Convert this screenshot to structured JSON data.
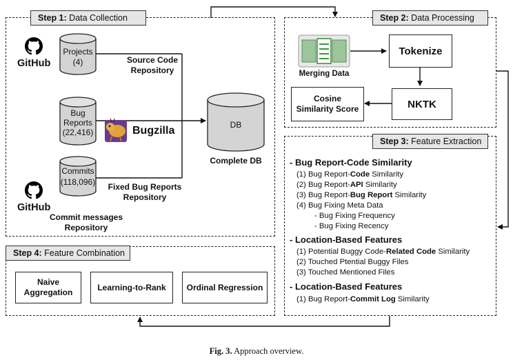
{
  "step1": {
    "label_bold": "Step 1:",
    "label_rest": " Data Collection",
    "github_top": "GitHub",
    "github_bottom": "GitHub",
    "projects_name": "Projects",
    "projects_count": "(4)",
    "source_repo_line1": "Source Code",
    "source_repo_line2": "Repository",
    "bug_reports_line1": "Bug",
    "bug_reports_line2": "Reports",
    "bug_reports_count": "(22,416)",
    "bugzilla": "Bugzilla",
    "commits_name": "Commits",
    "commits_count": "(118,096)",
    "fixed_line1": "Fixed Bug Reports",
    "fixed_line2": "Repository",
    "commit_msgs_line1": "Commit messages",
    "commit_msgs_line2": "Repository",
    "db": "DB",
    "complete_db": "Complete DB"
  },
  "step2": {
    "label_bold": "Step 2:",
    "label_rest": " Data Processing",
    "merging": "Merging Data",
    "tokenize": "Tokenize",
    "nktk": "NKTK",
    "cosine_line1": "Cosine",
    "cosine_line2": "Similarity Score"
  },
  "step3": {
    "label_bold": "Step 3:",
    "label_rest": " Feature Extraction",
    "h1": "- Bug Report-Code Similarity",
    "f1_pre": "(1) Bug Report-",
    "f1_b": "Code",
    "f1_post": " Similarity",
    "f2_pre": "(2) Bug Report-",
    "f2_b": "API",
    "f2_post": " Similarity",
    "f3_pre": "(3) Bug Report-",
    "f3_b": "Bug Report",
    "f3_post": " Similarity",
    "f4": "(4)   Bug Fixing Meta Data",
    "f4a": "- Bug Fixing Frequency",
    "f4b": "- Bug Fixing Recency",
    "h2": "- Location-Based Features",
    "g1_pre": "(1) Potential Buggy Code-",
    "g1_b": "Related Code",
    "g1_post": "  Similarity",
    "g2": "(2) Touched Ptential Buggy Files",
    "g3": "(3) Touched Mentioned Files",
    "h3": "- Location-Based Features",
    "k1_pre": "(1) Bug Report-",
    "k1_b": "Commit Log",
    "k1_post": " Similarity"
  },
  "step4": {
    "label_bold": "Step 4:",
    "label_rest": " Feature Combination",
    "naive_line1": "Naive",
    "naive_line2": "Aggregation",
    "ltr": "Learning-to-Rank",
    "ordinal": "Ordinal Regression"
  },
  "caption": {
    "fig": "Fig.  3.",
    "text": "  Approach overview."
  }
}
